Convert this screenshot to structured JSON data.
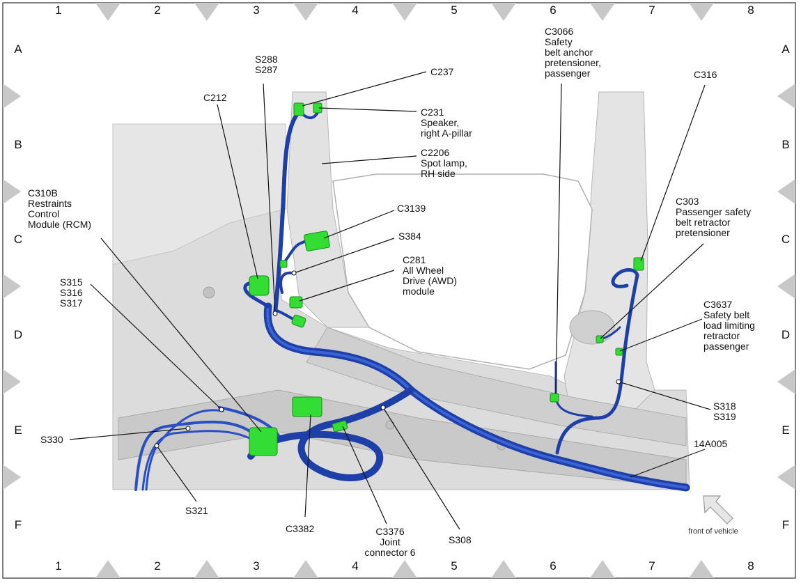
{
  "grid": {
    "columns": [
      "1",
      "2",
      "3",
      "4",
      "5",
      "6",
      "7",
      "8"
    ],
    "rows": [
      "A",
      "B",
      "C",
      "D",
      "E",
      "F"
    ]
  },
  "colors": {
    "harness": "#1f3fa8",
    "harness_highlight": "#3a63d6",
    "connector": "#33dd33",
    "body_panel": "#d9d9d9",
    "leader": "#111111",
    "frame": "#555555"
  },
  "callouts": [
    {
      "id": "c3066",
      "lines": [
        "C3066",
        "Safety",
        "belt anchor",
        "pretensioner,",
        "passenger"
      ]
    },
    {
      "id": "s288",
      "lines": [
        "S288",
        "S287"
      ]
    },
    {
      "id": "c237",
      "lines": [
        "C237"
      ]
    },
    {
      "id": "c316",
      "lines": [
        "C316"
      ]
    },
    {
      "id": "c212",
      "lines": [
        "C212"
      ]
    },
    {
      "id": "c231",
      "lines": [
        "C231",
        "Speaker,",
        "right A-pillar"
      ]
    },
    {
      "id": "c2206",
      "lines": [
        "C2206",
        "Spot lamp,",
        "RH side"
      ]
    },
    {
      "id": "c310b",
      "lines": [
        "C310B",
        "Restraints",
        "Control",
        "Module (RCM)"
      ]
    },
    {
      "id": "c3139",
      "lines": [
        "C3139"
      ]
    },
    {
      "id": "c303",
      "lines": [
        "C303",
        "Passenger safety",
        "belt retractor",
        "pretensioner"
      ]
    },
    {
      "id": "s384",
      "lines": [
        "S384"
      ]
    },
    {
      "id": "c281",
      "lines": [
        "C281",
        "All Wheel",
        "Drive (AWD)",
        "module"
      ]
    },
    {
      "id": "s315",
      "lines": [
        "S315",
        "S316",
        "S317"
      ]
    },
    {
      "id": "c3637",
      "lines": [
        "C3637",
        "Safety belt",
        "load limiting",
        "retractor",
        "passenger"
      ]
    },
    {
      "id": "s318",
      "lines": [
        "S318",
        "S319"
      ]
    },
    {
      "id": "s330",
      "lines": [
        "S330"
      ]
    },
    {
      "id": "c14a005",
      "lines": [
        "14A005"
      ]
    },
    {
      "id": "s321",
      "lines": [
        "S321"
      ]
    },
    {
      "id": "c3382",
      "lines": [
        "C3382"
      ]
    },
    {
      "id": "c3376",
      "lines": [
        "C3376",
        "Joint",
        "connector 6"
      ]
    },
    {
      "id": "s308",
      "lines": [
        "S308"
      ]
    }
  ],
  "front_indicator": {
    "label": "front of vehicle",
    "icon": "arrow-up-left-icon"
  }
}
